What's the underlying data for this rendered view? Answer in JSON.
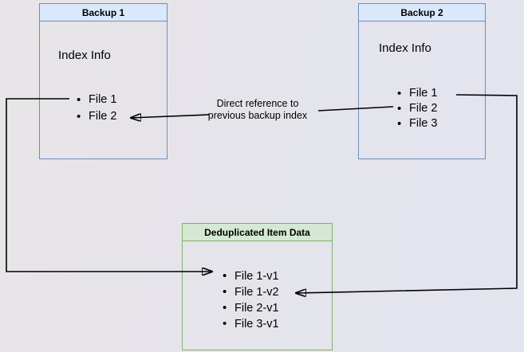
{
  "nodes": {
    "backup1": {
      "title": "Backup 1",
      "body_label": "Index Info",
      "files": [
        "File 1",
        "File 2"
      ]
    },
    "backup2": {
      "title": "Backup 2",
      "body_label": "Index Info",
      "files": [
        "File 1",
        "File 2",
        "File 3"
      ]
    },
    "dedup": {
      "title": "Deduplicated Item Data",
      "files": [
        "File 1-v1",
        "File 1-v2",
        "File 2-v1",
        "File 3-v1"
      ]
    }
  },
  "edge_label": {
    "line1": "Direct reference to",
    "line2": "previous backup index"
  },
  "colors": {
    "blue_node_fill": "#dae8fc",
    "blue_node_border": "#6c8ebf",
    "green_node_fill": "#d5e8d4",
    "green_node_border": "#82b366",
    "edge_stroke": "#000000"
  }
}
